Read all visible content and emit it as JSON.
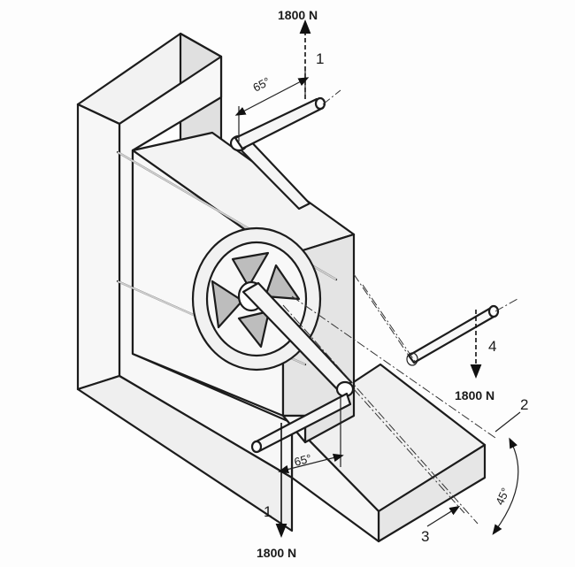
{
  "labels": {
    "force_top": "1800 N",
    "force_right": "1800 N",
    "force_bottom": "1800 N",
    "pos_1_top": "1",
    "pos_1_bottom": "1",
    "pos_2": "2",
    "pos_3": "3",
    "pos_4": "4",
    "angle_top": "65°",
    "angle_bottom": "65°",
    "angle_arc": "45°"
  },
  "colors": {
    "line": "#1c1c1c",
    "wall_face": "#f4f4f4",
    "wall_side": "#e2e2e2",
    "gray_fill": "#bdbdbd",
    "background": "#fdfdfd"
  }
}
